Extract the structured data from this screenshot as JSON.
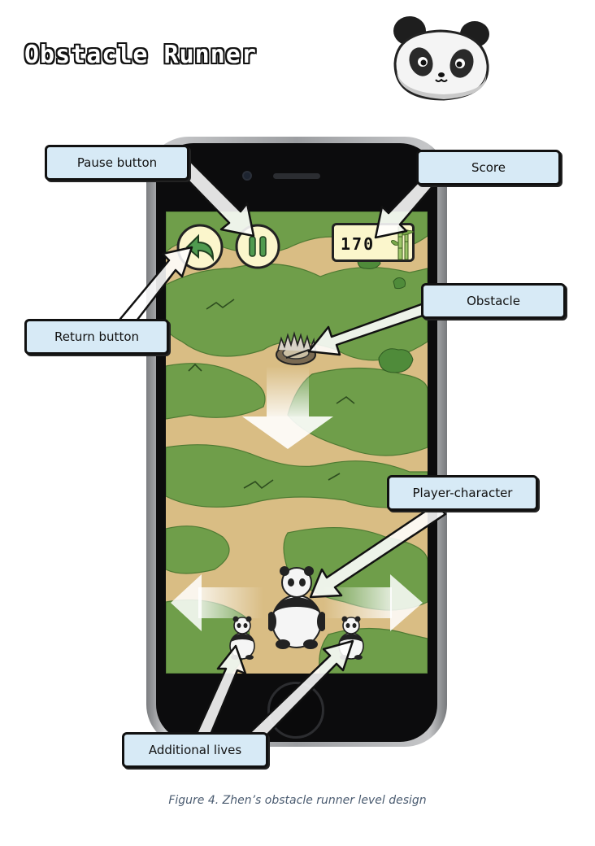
{
  "page": {
    "title": "Obstacle Runner"
  },
  "game": {
    "score": "170"
  },
  "callouts": {
    "pause": "Pause button",
    "score": "Score",
    "return": "Return button",
    "obstacle": "Obstacle",
    "player": "Player-character",
    "lives": "Additional lives"
  },
  "caption": "Figure 4.  Zhen’s obstacle runner level design",
  "colors": {
    "grass": "#6f9e4a",
    "path": "#d9bd84",
    "callout_fill": "#d7eaf6",
    "button_fill": "#fbf6cc",
    "caption": "#4a5b70"
  },
  "icons": [
    "panda-logo-icon",
    "return-arrow-icon",
    "pause-icon",
    "bamboo-icon",
    "bear-trap-icon",
    "panda-icon"
  ]
}
